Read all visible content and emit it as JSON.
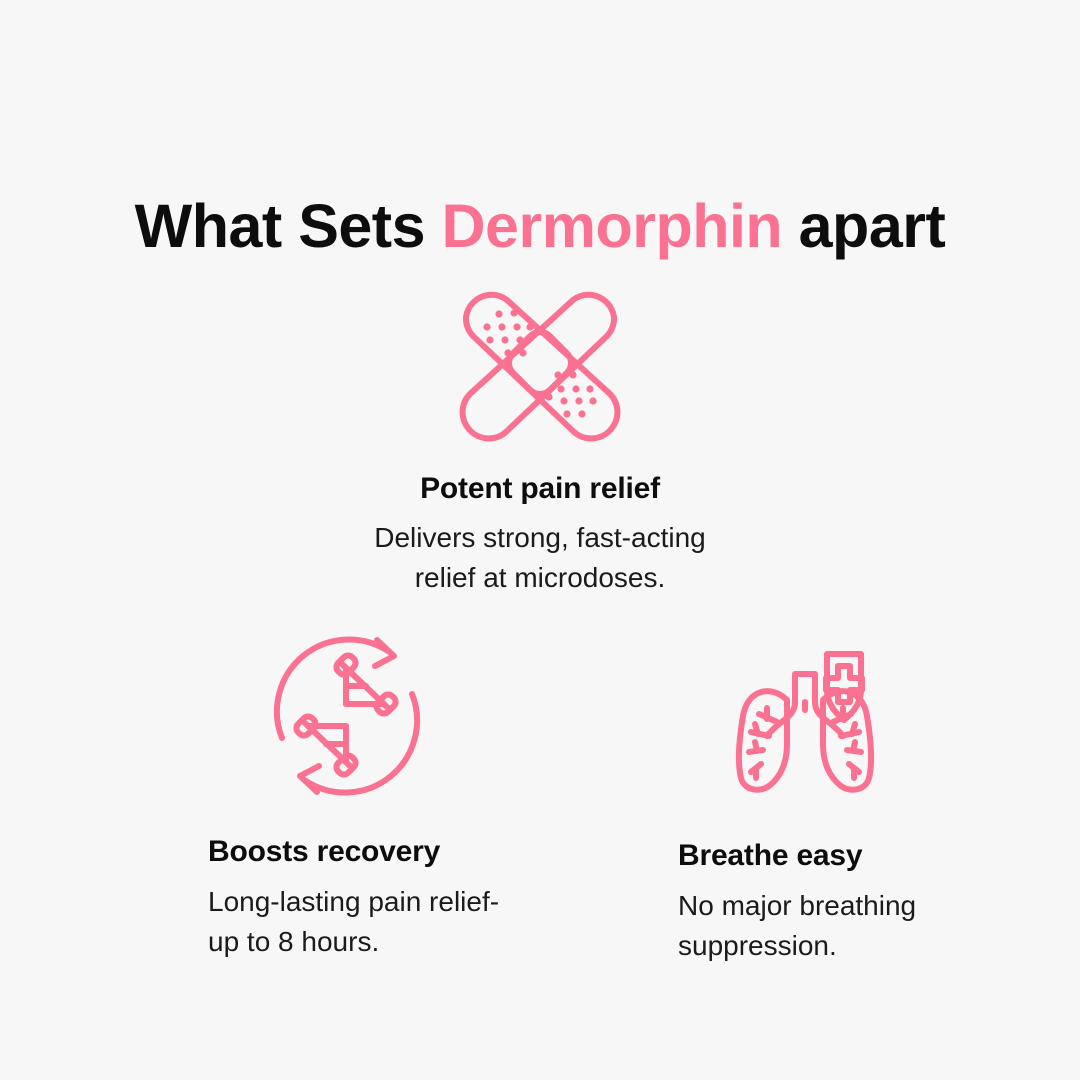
{
  "page": {
    "background_color": "#f7f7f7",
    "accent_color": "#fa7192",
    "text_color": "#0d0d0d"
  },
  "header": {
    "title_part_1": "What Sets ",
    "title_accent": "Dermorphin",
    "title_part_2": " apart",
    "title_full": "What Sets Dermorphin apart"
  },
  "features": [
    {
      "id": "potent-pain-relief",
      "icon": "crossed-bandages-icon",
      "title": "Potent pain relief",
      "description": "Delivers strong, fast-acting\nrelief at microdoses."
    },
    {
      "id": "boosts-recovery",
      "icon": "dna-recycle-arrows-icon",
      "title": "Boosts recovery",
      "description": "Long-lasting pain relief-\nup to 8 hours."
    },
    {
      "id": "breathe-easy",
      "icon": "lungs-shield-icon",
      "title": "Breathe easy",
      "description": "No major breathing\nsuppression."
    }
  ]
}
